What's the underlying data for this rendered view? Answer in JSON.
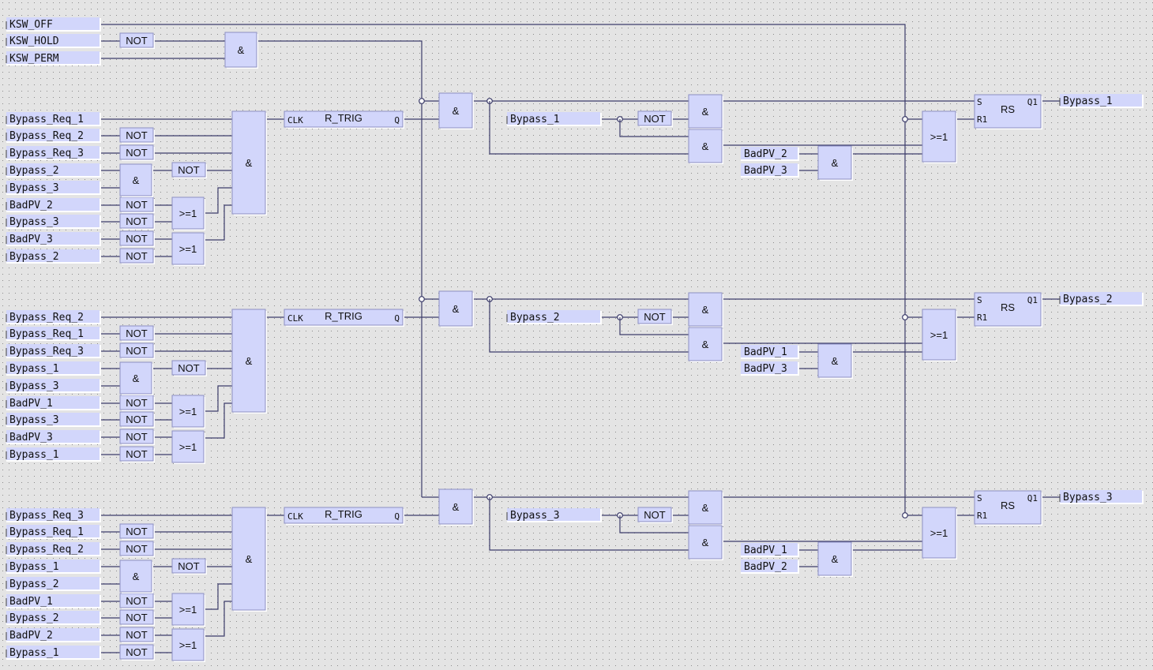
{
  "diagram": {
    "inputs": [
      "KSW_OFF",
      "KSW_HOLD",
      "KSW_PERM"
    ],
    "not_label": "NOT",
    "and_label": "&",
    "or_label": ">=1",
    "rtrig": {
      "type": "R_TRIG",
      "clk": "CLK",
      "q": "Q"
    },
    "rs": {
      "type": "RS",
      "s": "S",
      "r1": "R1",
      "q1": "Q1"
    },
    "blocks": [
      {
        "inputs": [
          "Bypass_Req_1",
          "Bypass_Req_2",
          "Bypass_Req_3",
          "Bypass_2",
          "Bypass_3",
          "BadPV_2",
          "Bypass_3",
          "BadPV_3",
          "Bypass_2"
        ],
        "self_var": "Bypass_1",
        "badpv": [
          "BadPV_2",
          "BadPV_3"
        ],
        "output": "Bypass_1"
      },
      {
        "inputs": [
          "Bypass_Req_2",
          "Bypass_Req_1",
          "Bypass_Req_3",
          "Bypass_1",
          "Bypass_3",
          "BadPV_1",
          "Bypass_3",
          "BadPV_3",
          "Bypass_1"
        ],
        "self_var": "Bypass_2",
        "badpv": [
          "BadPV_1",
          "BadPV_3"
        ],
        "output": "Bypass_2"
      },
      {
        "inputs": [
          "Bypass_Req_3",
          "Bypass_Req_1",
          "Bypass_Req_2",
          "Bypass_1",
          "Bypass_2",
          "BadPV_1",
          "Bypass_2",
          "BadPV_2",
          "Bypass_1"
        ],
        "self_var": "Bypass_3",
        "badpv": [
          "BadPV_1",
          "BadPV_2"
        ],
        "output": "Bypass_3"
      }
    ]
  },
  "colors": {
    "block_fill": "#d2d6fb",
    "wire": "#3c3c6a",
    "background": "#e4e4e4",
    "grid_dot": "#8a8a8a"
  }
}
